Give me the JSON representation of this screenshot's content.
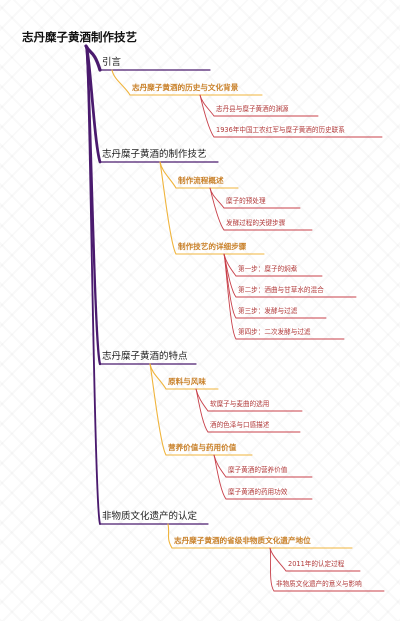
{
  "mindmap": {
    "root": "志丹糜子黄酒制作技艺",
    "branches": [
      {
        "label": "引言",
        "children": [
          {
            "label": "志丹糜子黄酒的历史与文化背景",
            "children": [
              "志丹县与糜子黄酒的渊源",
              "1936年中国工农红军与糜子黄酒的历史联系"
            ]
          }
        ]
      },
      {
        "label": "志丹糜子黄酒的制作技艺",
        "children": [
          {
            "label": "制作流程概述",
            "children": [
              "糜子的预处理",
              "发酵过程的关键步骤"
            ]
          },
          {
            "label": "制作技艺的详细步骤",
            "children": [
              "第一步：糜子的焖煮",
              "第二步：酒曲与甘草水的混合",
              "第三步：发酵与过滤",
              "第四步：二次发酵与过滤"
            ]
          }
        ]
      },
      {
        "label": "志丹糜子黄酒的特点",
        "children": [
          {
            "label": "原料与风味",
            "children": [
              "软糜子与麦曲的选用",
              "酒的色泽与口感描述"
            ]
          },
          {
            "label": "营养价值与药用价值",
            "children": [
              "糜子黄酒的营养价值",
              "糜子黄酒的药用功效"
            ]
          }
        ]
      },
      {
        "label": "非物质文化遗产的认定",
        "children": [
          {
            "label": "志丹糜子黄酒的省级非物质文化遗产地位",
            "children": [
              "2011年的认定过程",
              "非物质文化遗产的意义与影响"
            ]
          }
        ]
      }
    ]
  },
  "colors": {
    "root_branch": "#4a1a6e",
    "level1_underline": "#4a1a6e",
    "level2": "#f0b43c",
    "level3": "#c8404a"
  }
}
